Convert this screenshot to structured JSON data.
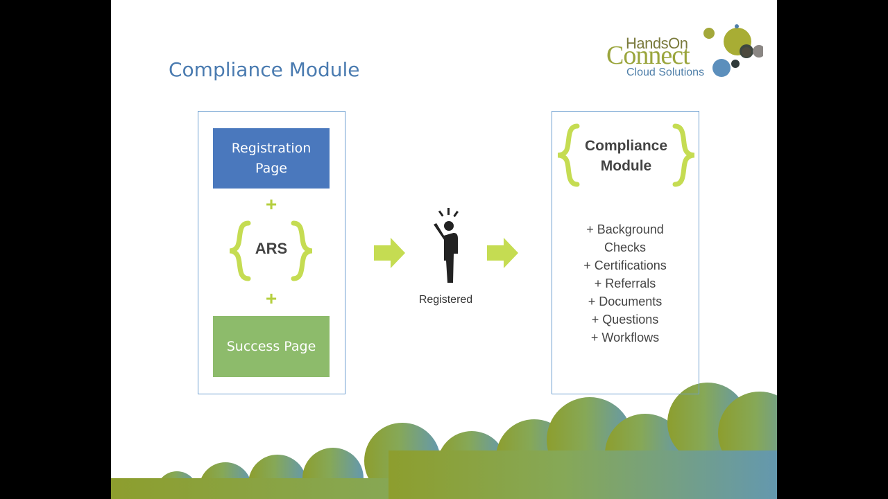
{
  "slide": {
    "title": "Compliance Module",
    "logo": {
      "line1": "HandsOn",
      "line2": "Connect",
      "line3": "Cloud Solutions"
    },
    "left_panel": {
      "top_box": "Registration\nPage",
      "plus": "+",
      "middle": "ARS",
      "bottom_box": "Success Page"
    },
    "center": {
      "icon": "person-celebrating-icon",
      "label": "Registered"
    },
    "right_panel": {
      "header": "Compliance\nModule",
      "features": [
        "+ Background Checks",
        "+ Certifications",
        "+ Referrals",
        "+ Documents",
        "+ Questions",
        "+ Workflows"
      ]
    },
    "colors": {
      "title": "#4a7bb0",
      "registration_box": "#4a78bd",
      "success_box": "#8dbb6b",
      "accent_green": "#c5dc52",
      "outline": "#6d9fd0"
    }
  }
}
